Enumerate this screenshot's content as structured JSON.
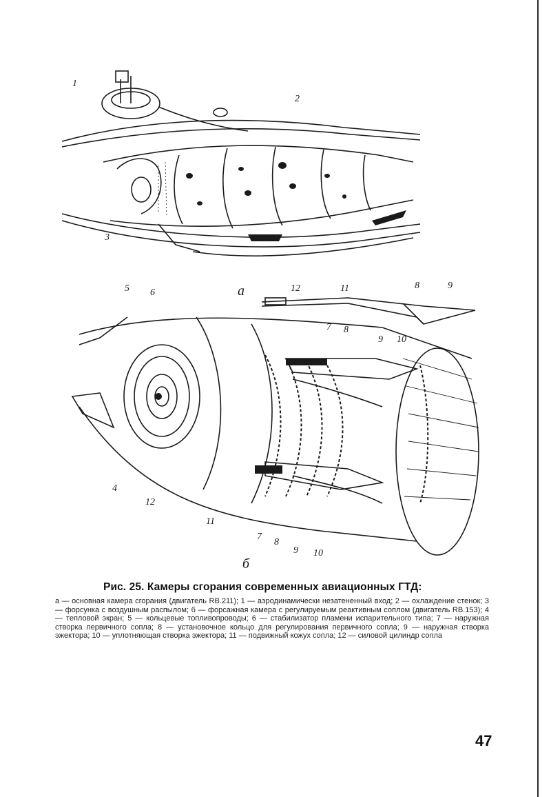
{
  "figure_a": {
    "sub_label": "а",
    "callouts": [
      "1",
      "2",
      "3"
    ]
  },
  "figure_b": {
    "sub_label": "б",
    "callouts_top": [
      "5",
      "6",
      "7",
      "8",
      "9",
      "10"
    ],
    "callouts_bottom": [
      "4",
      "12",
      "11",
      "7",
      "8",
      "9",
      "10"
    ],
    "inset_callouts": [
      "12",
      "11",
      "8",
      "9"
    ]
  },
  "caption": {
    "title": "Рис. 25. Камеры сгорания современных авиационных ГТД:",
    "body": "а — основная камера сгорания (двигатель RB.211); 1 — аэродинамически незатененный вход; 2 — охлаждение стенок; 3 — форсунка с воздушным распылом; б — форсажная камера с регулируемым реактивным соплом (двигатель RB.153); 4 — тепловой экран; 5 — кольцевые топливопроводы; 6 — стабилизатор пламени испарительного типа; 7 — наружная створка первичного сопла; 8 — установочное кольцо для регулирования первичного сопла; 9 — наружная створка эжектора; 10 — уплотняющая створка эжектора; 11 — подвижный кожух сопла; 12 — силовой цилиндр сопла"
  },
  "page_number": "47"
}
